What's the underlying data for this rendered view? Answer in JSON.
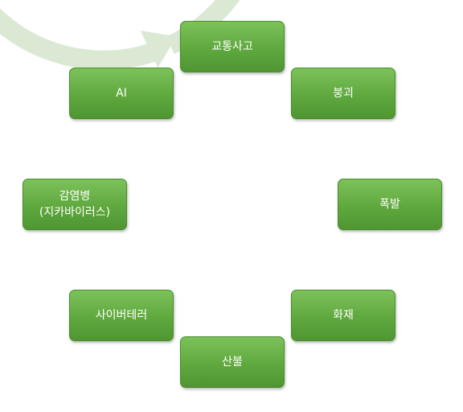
{
  "diagram": {
    "type": "cycle",
    "ring_color": "#dbe8d4",
    "node_color": "#5fa83e",
    "text_color": "#ffffff",
    "nodes": [
      {
        "lines": [
          "교통사고"
        ]
      },
      {
        "lines": [
          "붕괴"
        ]
      },
      {
        "lines": [
          "폭발"
        ]
      },
      {
        "lines": [
          "화재"
        ]
      },
      {
        "lines": [
          "산불"
        ]
      },
      {
        "lines": [
          "사이버테러"
        ]
      },
      {
        "lines": [
          "감염병",
          "(지카바이러스)"
        ]
      },
      {
        "lines": [
          "AI"
        ]
      }
    ]
  }
}
